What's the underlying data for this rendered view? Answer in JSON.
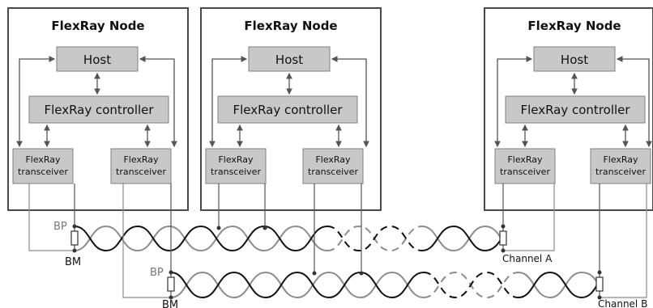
{
  "nodes": [
    {
      "title": "FlexRay Node",
      "host": "Host",
      "controller": "FlexRay controller",
      "transceivers": [
        {
          "line1": "FlexRay",
          "line2": "transceiver"
        },
        {
          "line1": "FlexRay",
          "line2": "transceiver"
        }
      ]
    },
    {
      "title": "FlexRay Node",
      "host": "Host",
      "controller": "FlexRay controller",
      "transceivers": [
        {
          "line1": "FlexRay",
          "line2": "transceiver"
        },
        {
          "line1": "FlexRay",
          "line2": "transceiver"
        }
      ]
    },
    {
      "title": "FlexRay Node",
      "host": "Host",
      "controller": "FlexRay controller",
      "transceivers": [
        {
          "line1": "FlexRay",
          "line2": "transceiver"
        },
        {
          "line1": "FlexRay",
          "line2": "transceiver"
        }
      ]
    }
  ],
  "bus": {
    "channel_a": {
      "name": "Channel A",
      "bp_label": "BP",
      "bm_label": "BM"
    },
    "channel_b": {
      "name": "Channel B",
      "bp_label": "BP",
      "bm_label": "BM"
    }
  },
  "colors": {
    "box_fill": "#c8c8c8",
    "box_stroke": "#7f7f7f",
    "frame_stroke": "#4a4a4a",
    "wire_dark": "#111111",
    "wire_light": "#8c8c8c",
    "arrow": "#555555"
  }
}
